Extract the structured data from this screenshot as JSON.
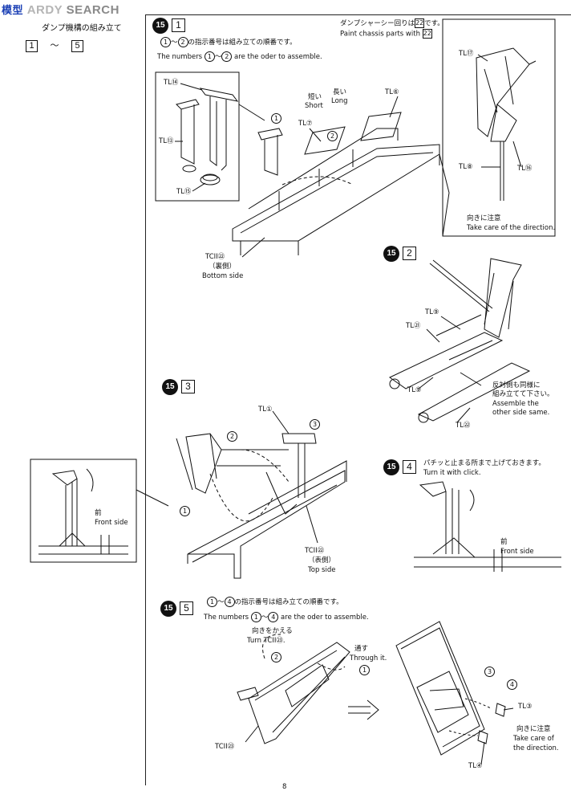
{
  "header": {
    "logo_text": "SEARCH",
    "logo_prefix": "ARDY",
    "logo_cn": "模型",
    "section_title": "ダンプ機構の組み立て",
    "range_start": "1",
    "range_sep": "～",
    "range_end": "5"
  },
  "step15_1": {
    "step": "15",
    "sub": "1",
    "paint_note_jp": "ダンプシャーシー回りは",
    "paint_note_jp2": "です。",
    "paint_note_en": "Paint chassis parts with",
    "paint_code": "22",
    "order_jp": "の指示番号は組み立ての順番です。",
    "order_en_a": "The numbers",
    "order_en_b": "are the oder to assemble.",
    "order_from": "1",
    "order_to": "2",
    "tilde": "～",
    "labels": {
      "tl14": "TL⑭",
      "tl13": "TL⑬",
      "tl15": "TL⑮",
      "tl7": "TL⑦",
      "tl6": "TL⑥",
      "short_jp": "短い",
      "short_en": "Short",
      "long_jp": "長い",
      "long_en": "Long",
      "tcii22": "TCII㉒",
      "back_jp": "（裏側）",
      "bottom_en": "Bottom side",
      "tl17": "TL⑰",
      "tl8": "TL⑧",
      "tl16": "TL⑯",
      "dir_jp": "向きに注意",
      "dir_en": "Take care of the direction."
    }
  },
  "step15_2": {
    "step": "15",
    "sub": "2",
    "labels": {
      "tl9a": "TL⑨",
      "tl21": "TL㉑",
      "tl9b": "TL⑨",
      "tl22": "TL㉒",
      "same_jp1": "反対側も同様に",
      "same_jp2": "組み立てて下さい。",
      "same_en1": "Assemble the",
      "same_en2": "other side same."
    }
  },
  "step15_3": {
    "step": "15",
    "sub": "3",
    "labels": {
      "tl1": "TL①",
      "tcii22": "TCII㉒",
      "front_jp": "（表側）",
      "top_en": "Top side",
      "n1": "1",
      "n2": "2",
      "n3": "3"
    }
  },
  "step15_4": {
    "step": "15",
    "sub": "4",
    "click_jp": "パチッと止まる所まで上げておきます。",
    "click_en": "Turn it with click.",
    "front_jp": "前",
    "front_en": "Front side"
  },
  "left_inset": {
    "front_jp": "前",
    "front_en": "Front side"
  },
  "step15_5": {
    "step": "15",
    "sub": "5",
    "order_jp": "の指示番号は組み立ての順番です。",
    "order_en_a": "The numbers",
    "order_en_b": "are the oder to assemble.",
    "order_from": "1",
    "order_to": "4",
    "tilde": "～",
    "labels": {
      "turn_jp": "向きをかえる",
      "turn_en": "Turn TCII㉓.",
      "through_jp": "通す",
      "through_en": "Through it.",
      "tcii23": "TCII㉓",
      "tl3": "TL③",
      "tl4": "TL④",
      "dir_jp": "向きに注意",
      "dir_en1": "Take care of",
      "dir_en2": "the direction.",
      "n1": "1",
      "n2": "2",
      "n3": "3",
      "n4": "4"
    }
  },
  "footer": {
    "page_number": "8"
  }
}
